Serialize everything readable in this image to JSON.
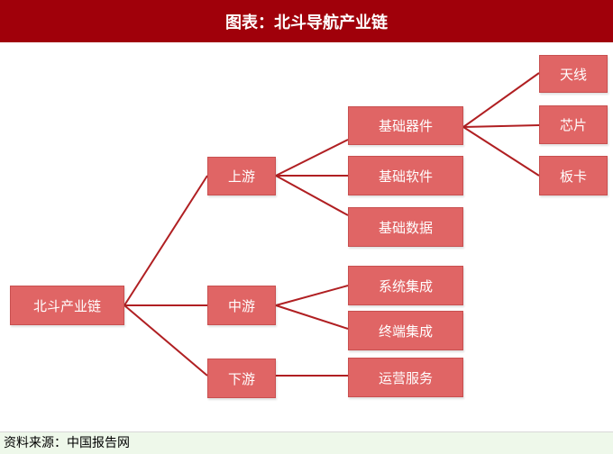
{
  "title": "图表：北斗导航产业链",
  "source": "资料来源：中国报告网",
  "colors": {
    "title_bg": "#a0000a",
    "node_fill": "#e06565",
    "connector": "#b01f22",
    "footer_bg": "#eef8ea"
  },
  "nodes": {
    "root": "北斗产业链",
    "upstream": "上游",
    "midstream": "中游",
    "downstream": "下游",
    "basic_components": "基础器件",
    "basic_software": "基础软件",
    "basic_data": "基础数据",
    "system_integration": "系统集成",
    "terminal_integration": "终端集成",
    "operation_services": "运营服务",
    "antenna": "天线",
    "chip": "芯片",
    "board": "板卡"
  }
}
